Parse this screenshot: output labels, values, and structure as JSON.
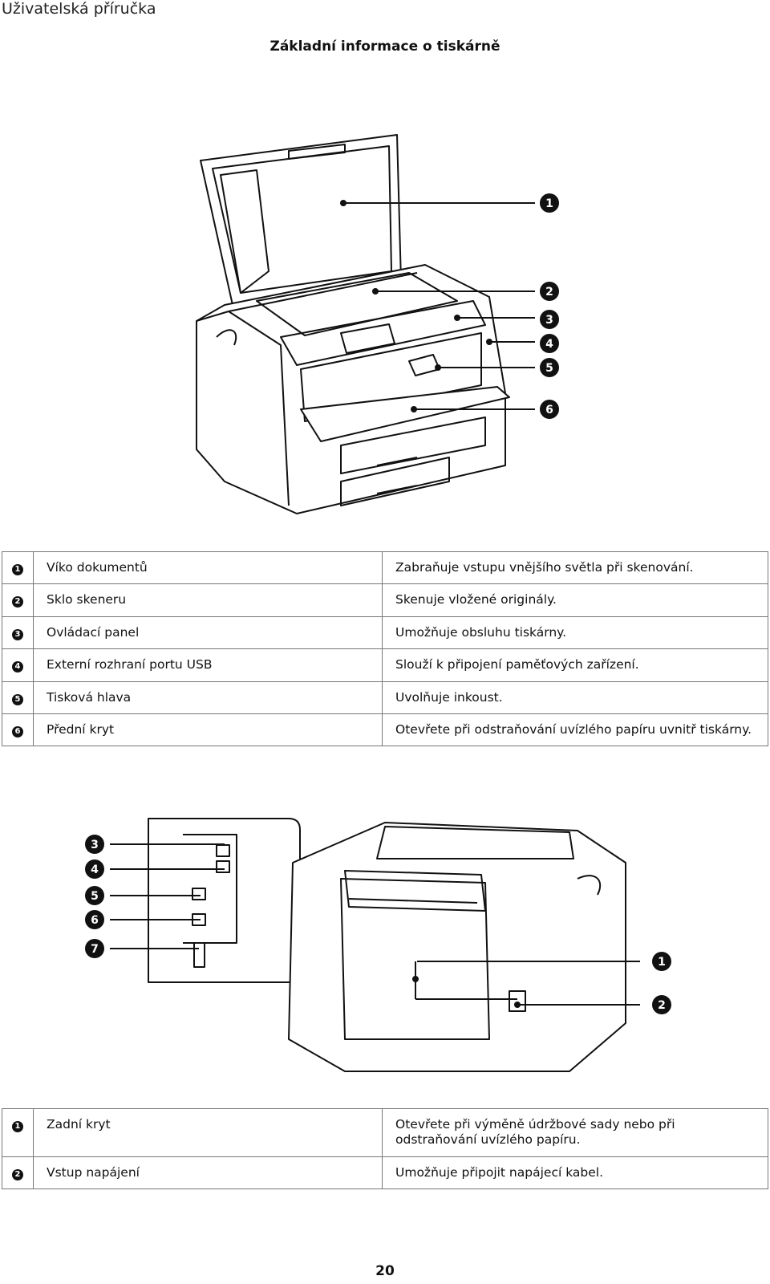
{
  "header": "Uživatelská příručka",
  "title": "Základní informace o tiskárně",
  "figure1": {
    "callouts": [
      "1",
      "2",
      "3",
      "4",
      "5",
      "6"
    ]
  },
  "table1": [
    {
      "num": "1",
      "name": "Víko dokumentů",
      "desc": "Zabraňuje vstupu vnějšího světla při skenování."
    },
    {
      "num": "2",
      "name": "Sklo skeneru",
      "desc": "Skenuje vložené originály."
    },
    {
      "num": "3",
      "name": "Ovládací panel",
      "desc": "Umožňuje obsluhu tiskárny."
    },
    {
      "num": "4",
      "name": "Externí rozhraní portu USB",
      "desc": "Slouží k připojení paměťových zařízení."
    },
    {
      "num": "5",
      "name": "Tisková hlava",
      "desc": "Uvolňuje inkoust."
    },
    {
      "num": "6",
      "name": "Přední kryt",
      "desc": "Otevřete při odstraňování uvízlého papíru uvnitř tiskárny."
    }
  ],
  "figure2": {
    "callouts_left": [
      "3",
      "4",
      "5",
      "6",
      "7"
    ],
    "callouts_right": [
      "1",
      "2"
    ]
  },
  "table2": [
    {
      "num": "1",
      "name": "Zadní kryt",
      "desc": "Otevřete při výměně údržbové sady nebo při odstraňování uvízlého papíru."
    },
    {
      "num": "2",
      "name": "Vstup napájení",
      "desc": "Umožňuje připojit napájecí kabel."
    }
  ],
  "page_number": "20"
}
